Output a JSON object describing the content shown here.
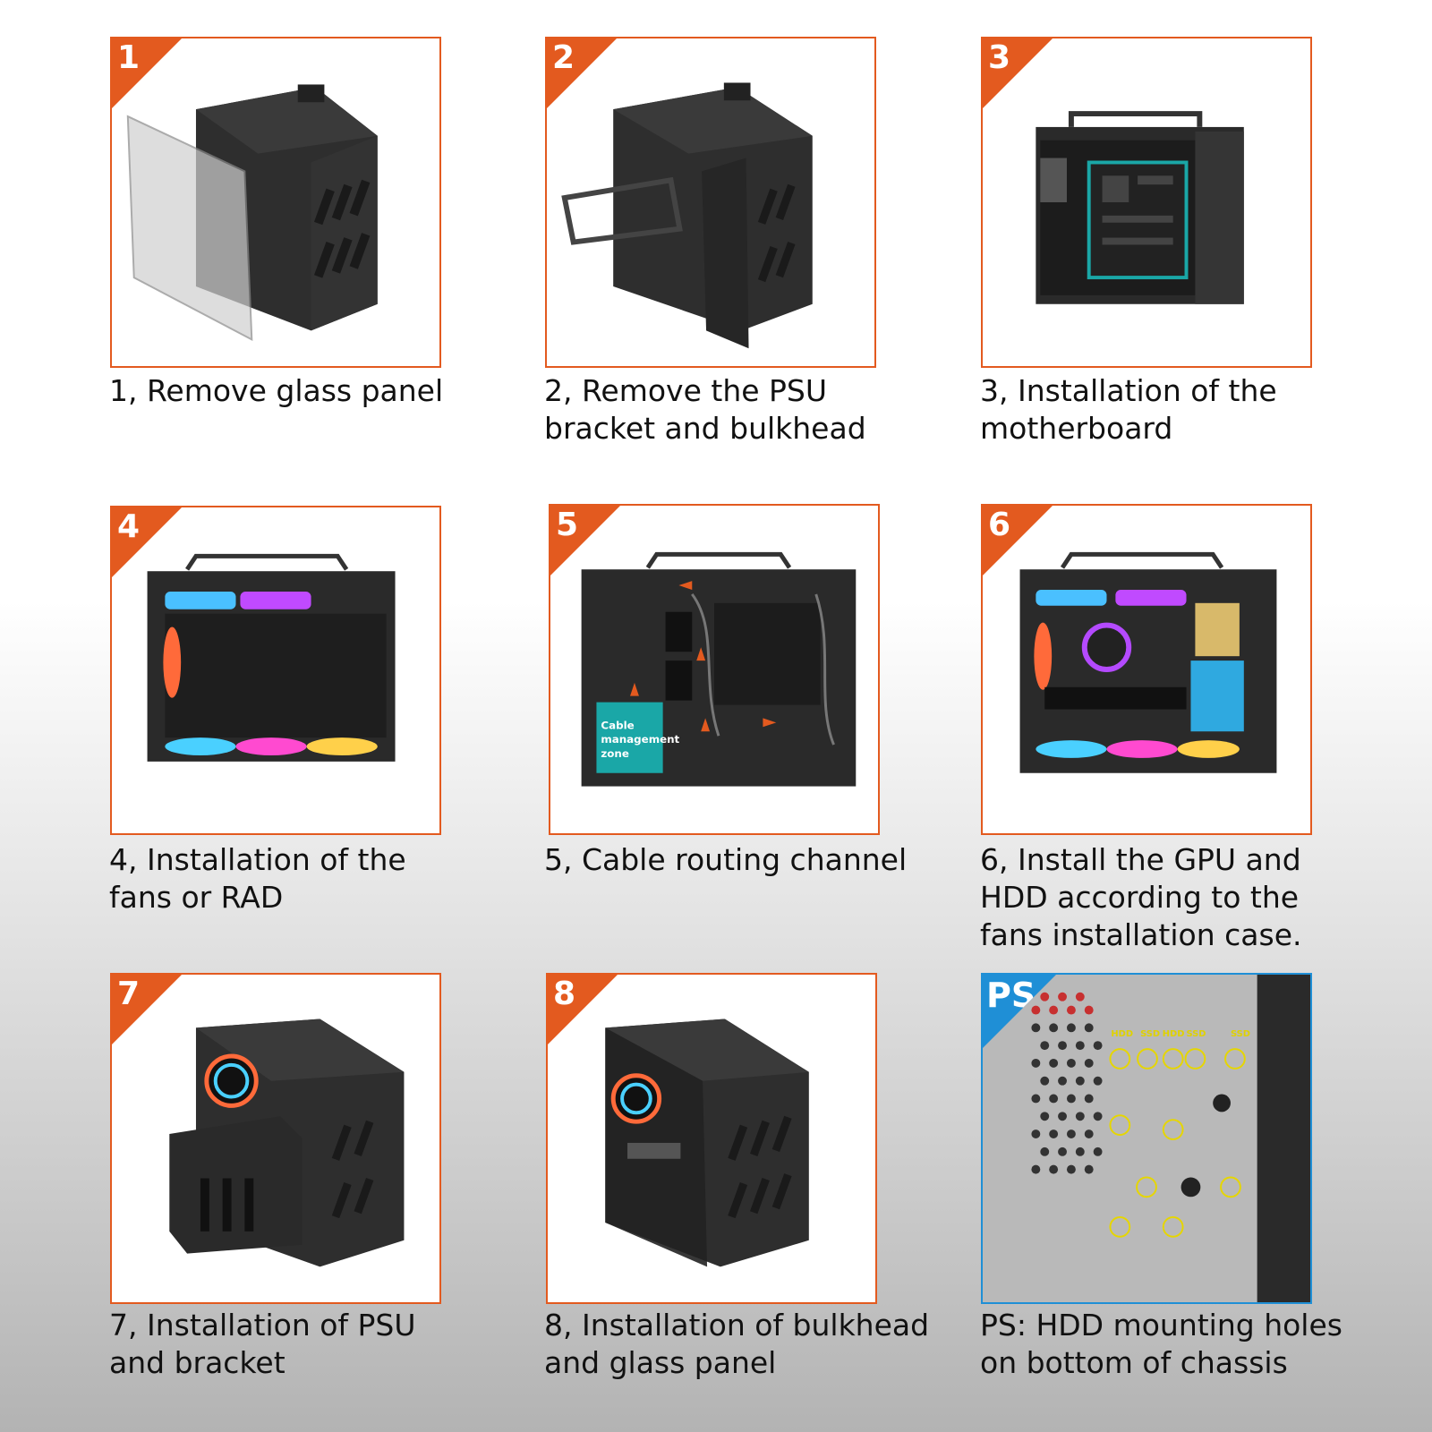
{
  "steps": [
    {
      "num": "1",
      "caption": "1, Remove glass panel"
    },
    {
      "num": "2",
      "caption": "2, Remove the PSU bracket and bulkhead"
    },
    {
      "num": "3",
      "caption": "3, Installation of the motherboard"
    },
    {
      "num": "4",
      "caption": "4, Installation of the fans or RAD"
    },
    {
      "num": "5",
      "caption": "5, Cable routing channel",
      "zone_line1": "Cable",
      "zone_line2": "management",
      "zone_line3": "zone"
    },
    {
      "num": "6",
      "caption": "6, Install the GPU and HDD according to the fans installation case."
    },
    {
      "num": "7",
      "caption": "7, Installation of PSU and bracket"
    },
    {
      "num": "8",
      "caption": "8, Installation of bulkhead and glass panel"
    },
    {
      "num": "PS",
      "caption": "PS: HDD mounting holes on bottom of chassis",
      "labels": [
        "HDD",
        "SSD",
        "HDD",
        "SSD",
        "SSD"
      ]
    }
  ],
  "colors": {
    "accent": "#e35a1f",
    "ps_accent": "#1f8fd6",
    "teal": "#1aa7a7"
  }
}
